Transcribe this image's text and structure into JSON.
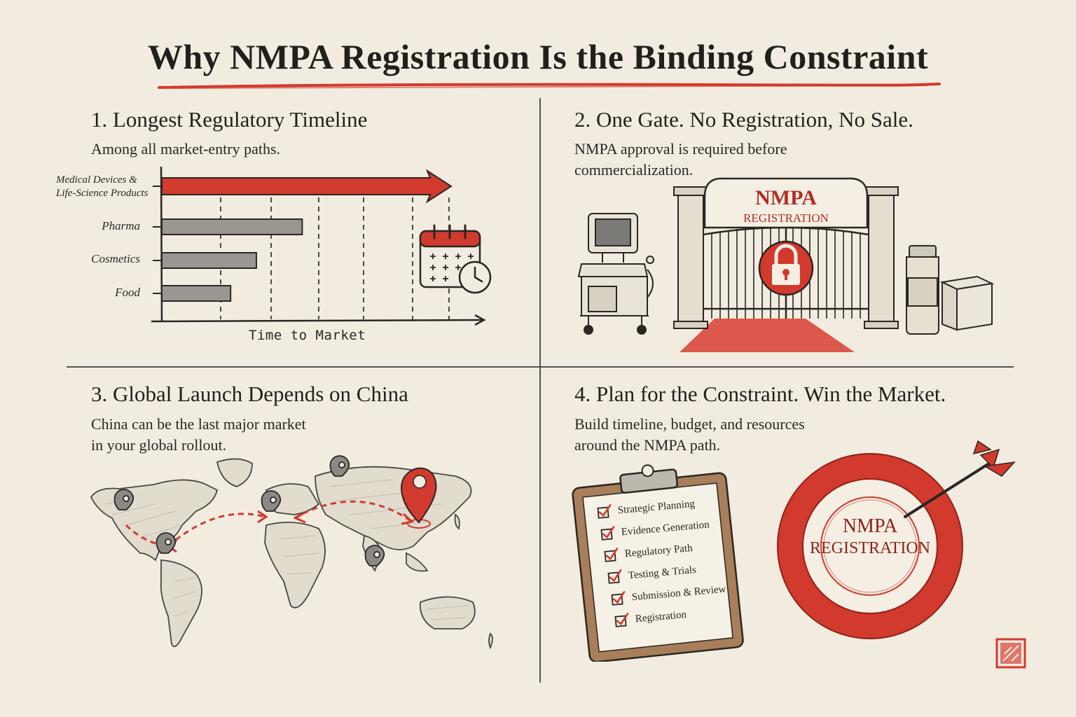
{
  "title": "Why NMPA Registration Is the Binding Constraint",
  "colors": {
    "accent": "#d23a2e",
    "ink": "#2a2623",
    "paper": "#f2ece0",
    "bar_gray": "#9a9793"
  },
  "panel1": {
    "heading": "1. Longest Regulatory Timeline",
    "subtitle": "Among all market-entry paths.",
    "icon": "calendar-clock-icon",
    "chart_data": {
      "type": "bar",
      "orientation": "horizontal",
      "categories": [
        "Medical Devices & Life-Science Products",
        "Pharma",
        "Cosmetics",
        "Food"
      ],
      "values": [
        100,
        49,
        33,
        24
      ],
      "xlabel": "Time to Market",
      "highlight": "Medical Devices & Life-Science Products",
      "grid": true
    }
  },
  "panel2": {
    "heading": "2. One Gate. No Registration, No Sale.",
    "subtitle_lines": [
      "NMPA approval is required before",
      "commercialization."
    ],
    "gate_sign_title": "NMPA",
    "gate_sign_subtitle": "REGISTRATION",
    "icons": [
      "ultrasound-machine-icon",
      "locked-gate-icon",
      "padlock-icon",
      "medicine-bottle-icon",
      "box-icon"
    ]
  },
  "panel3": {
    "heading": "3. Global Launch Depends on China",
    "subtitle_lines": [
      "China can be the last major market",
      "in your global rollout."
    ],
    "icons": [
      "world-map-icon",
      "location-pin-icon",
      "china-pin-icon"
    ]
  },
  "panel4": {
    "heading": "4. Plan for the Constraint. Win the Market.",
    "subtitle_lines": [
      "Build timeline, budget, and resources",
      "around the NMPA path."
    ],
    "checklist": [
      "Strategic Planning",
      "Evidence Generation",
      "Regulatory Path",
      "Testing & Trials",
      "Submission & Review",
      "Registration"
    ],
    "target_line1": "NMPA",
    "target_line2": "REGISTRATION",
    "icons": [
      "clipboard-icon",
      "checkbox-icon",
      "target-icon",
      "arrow-icon",
      "seal-icon"
    ]
  }
}
